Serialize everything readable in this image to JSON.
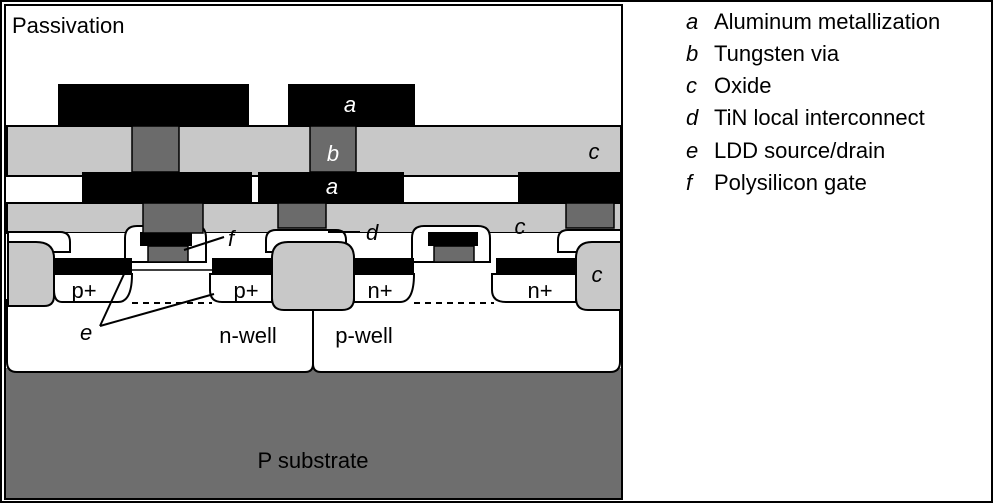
{
  "diagram": {
    "layers": {
      "passivation": "Passivation",
      "substrate": "P substrate",
      "nwell": "n-well",
      "pwell": "p-well"
    },
    "diffusions": {
      "p_left": "p+",
      "p_right": "p+",
      "n_left": "n+",
      "n_right": "n+"
    },
    "callouts": {
      "a_top": "a",
      "a_mid": "a",
      "b": "b",
      "c_upper": "c",
      "c_mid": "c",
      "c_lower": "c",
      "d": "d",
      "e": "e",
      "f": "f"
    }
  },
  "legend": [
    {
      "key": "a",
      "text": "Aluminum metallization"
    },
    {
      "key": "b",
      "text": "Tungsten via"
    },
    {
      "key": "c",
      "text": "Oxide"
    },
    {
      "key": "d",
      "text": "TiN local interconnect"
    },
    {
      "key": "e",
      "text": "LDD source/drain"
    },
    {
      "key": "f",
      "text": "Polysilicon gate"
    }
  ],
  "colors": {
    "metal": "#000000",
    "via": "#6b6b6b",
    "oxide": "#c8c8c8",
    "substrate": "#6e6e6e",
    "well": "#ffffff"
  }
}
